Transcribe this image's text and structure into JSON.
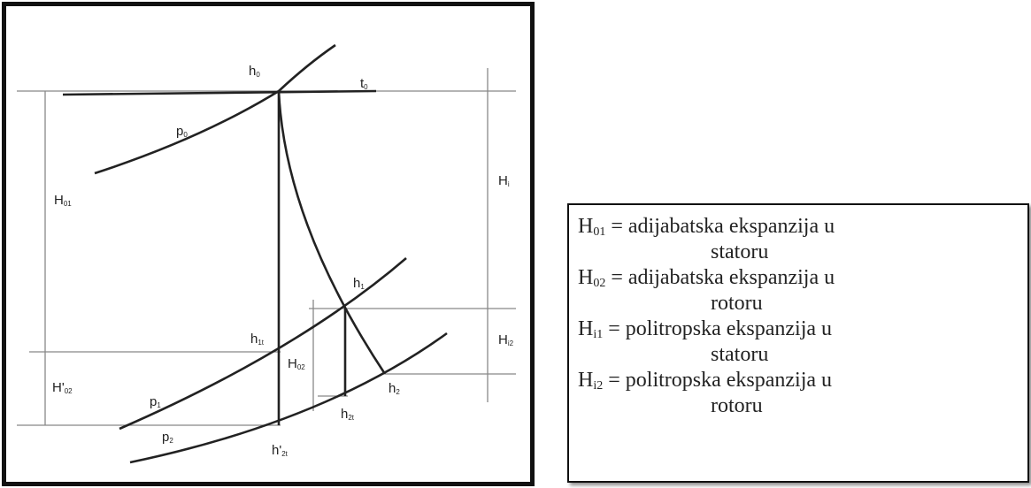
{
  "diagram": {
    "labels": {
      "h0": {
        "main": "h",
        "sub": "0"
      },
      "t0": {
        "main": "t",
        "sub": "0"
      },
      "p0": {
        "main": "p",
        "sub": "0"
      },
      "H01": {
        "main": "H",
        "sub": "01"
      },
      "Hi": {
        "main": "H",
        "sub": "i"
      },
      "h1": {
        "main": "h",
        "sub": "1"
      },
      "h1t": {
        "main": "h",
        "sub": "1t"
      },
      "H02": {
        "main": "H",
        "sub": "02"
      },
      "Hi2": {
        "main": "H",
        "sub": "i2"
      },
      "H02prime": {
        "main": "H'",
        "sub": "02"
      },
      "p1": {
        "main": "p",
        "sub": "1"
      },
      "h2": {
        "main": "h",
        "sub": "2"
      },
      "h2t": {
        "main": "h",
        "sub": "2t"
      },
      "p2": {
        "main": "p",
        "sub": "2"
      },
      "h2tprime": {
        "main": "h'",
        "sub": "2t"
      }
    }
  },
  "legend": {
    "items": [
      {
        "symbol": "H",
        "sub": "01",
        "line1": " = adijabatska ekspanzija u",
        "line2": "statoru"
      },
      {
        "symbol": "H",
        "sub": "02",
        "line1": " = adijabatska ekspanzija u",
        "line2": "rotoru"
      },
      {
        "symbol": "H",
        "sub": "i1",
        "line1": " = politropska ekspanzija u",
        "line2": "statoru"
      },
      {
        "symbol": "H",
        "sub": "i2",
        "line1": " = politropska ekspanzija u",
        "line2": "rotoru"
      }
    ]
  }
}
